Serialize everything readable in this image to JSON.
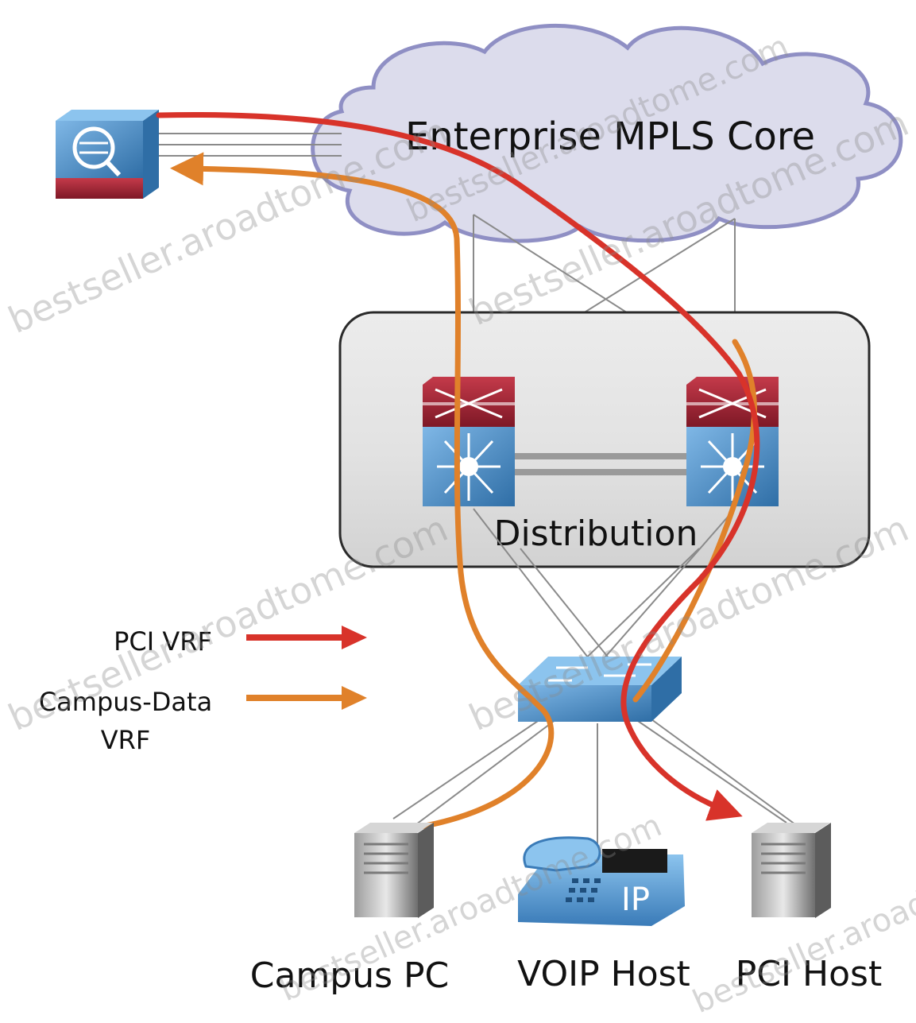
{
  "cloud": {
    "label": "Enterprise MPLS Core"
  },
  "distribution": {
    "label": "Distribution"
  },
  "legend": {
    "items": [
      {
        "label": "PCI VRF",
        "color": "#d8332a"
      },
      {
        "label_line1": "Campus-Data",
        "label_line2": "VRF",
        "color": "#e0812a"
      }
    ]
  },
  "hosts": {
    "campus_pc": "Campus PC",
    "voip_host": "VOIP Host",
    "pci_host": "PCI Host",
    "phone_badge": "IP"
  },
  "watermarks": [
    "bestseller.aroadtome.com",
    "bestseller.aroadtome.com",
    "bestseller.aroadtome.com",
    "bestseller.aroadtome.com",
    "bestseller.aroadtome.com",
    "bestseller.aroadtome.com",
    "bestseller.aroadtome.com"
  ],
  "colors": {
    "pci_vrf": "#d8332a",
    "campus_data_vrf": "#e0812a",
    "cloud_fill": "#dcdcec",
    "cloud_stroke": "#8f8fc4",
    "device_blue": "#4f8fc4",
    "device_red": "#a8283a"
  },
  "icons": [
    "firewall-icon",
    "cloud-icon",
    "distribution-switch-icon",
    "access-switch-icon",
    "server-icon",
    "ip-phone-icon"
  ]
}
